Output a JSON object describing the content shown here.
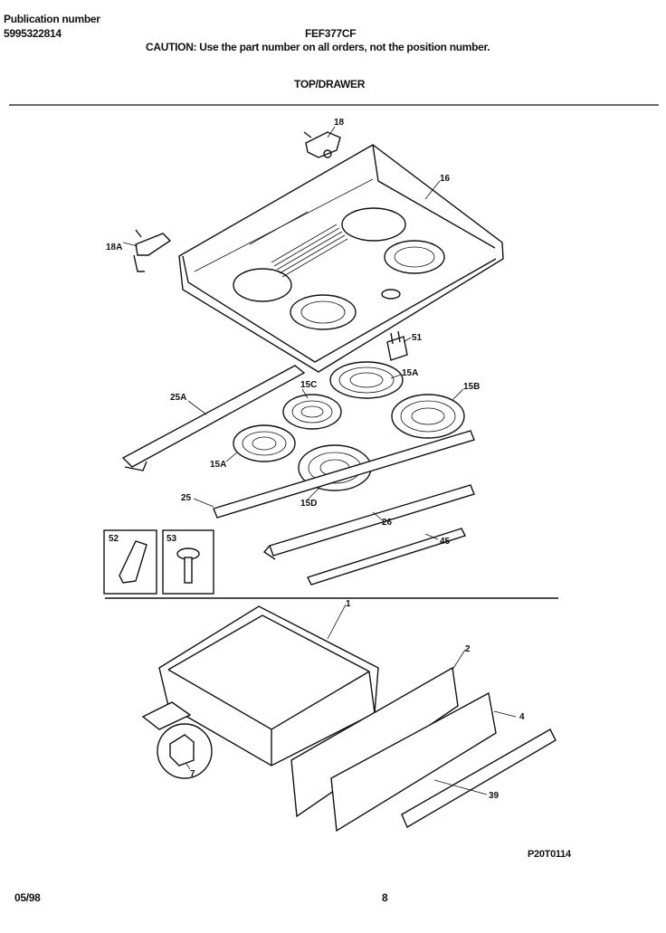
{
  "header": {
    "publication_label": "Publication number",
    "publication_number": "5995322814",
    "model": "FEF377CF",
    "caution": "CAUTION:  Use the part number on all orders, not the position number.",
    "section_title": "TOP/DRAWER"
  },
  "callouts": {
    "c18": "18",
    "c16": "16",
    "c18A": "18A",
    "c51": "51",
    "c15A": "15A",
    "c15C": "15C",
    "c15B": "15B",
    "c25A": "25A",
    "c15E": "15A",
    "c15D": "15D",
    "c25": "25",
    "c26": "26",
    "c45": "45",
    "c52": "52",
    "c53": "53",
    "c1": "1",
    "c2": "2",
    "c4": "4",
    "c39": "39",
    "c7": "7"
  },
  "footer": {
    "drawing_code": "P20T0114",
    "date": "05/98",
    "page": "8"
  }
}
